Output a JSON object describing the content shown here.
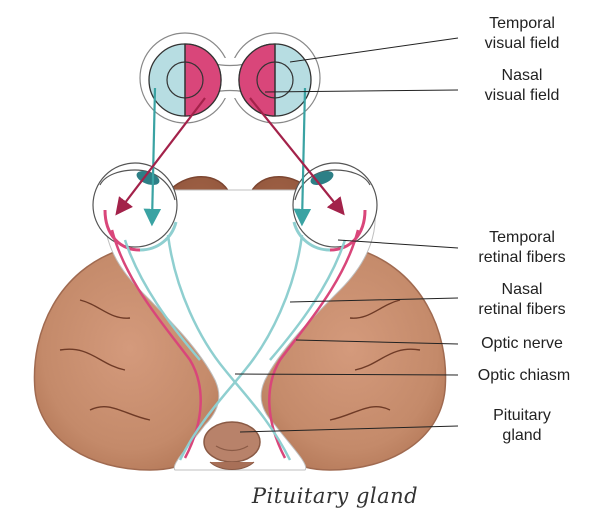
{
  "labels": {
    "temporal_visual_field": "Temporal\nvisual field",
    "nasal_visual_field": "Nasal\nvisual field",
    "temporal_retinal_fibers": "Temporal\nretinal fibers",
    "nasal_retinal_fibers": "Nasal\nretinal fibers",
    "optic_nerve": "Optic nerve",
    "optic_chiasm": "Optic chiasm",
    "pituitary_gland": "Pituitary\ngland"
  },
  "caption": "Pituitary gland",
  "colors": {
    "brain": "#c48a6a",
    "brain_dark": "#9a5e42",
    "field_blue": "#b7dde2",
    "field_pink": "#d9467a",
    "teal": "#3aa3a3",
    "crimson": "#a3224a",
    "pituitary": "#b8826a"
  }
}
